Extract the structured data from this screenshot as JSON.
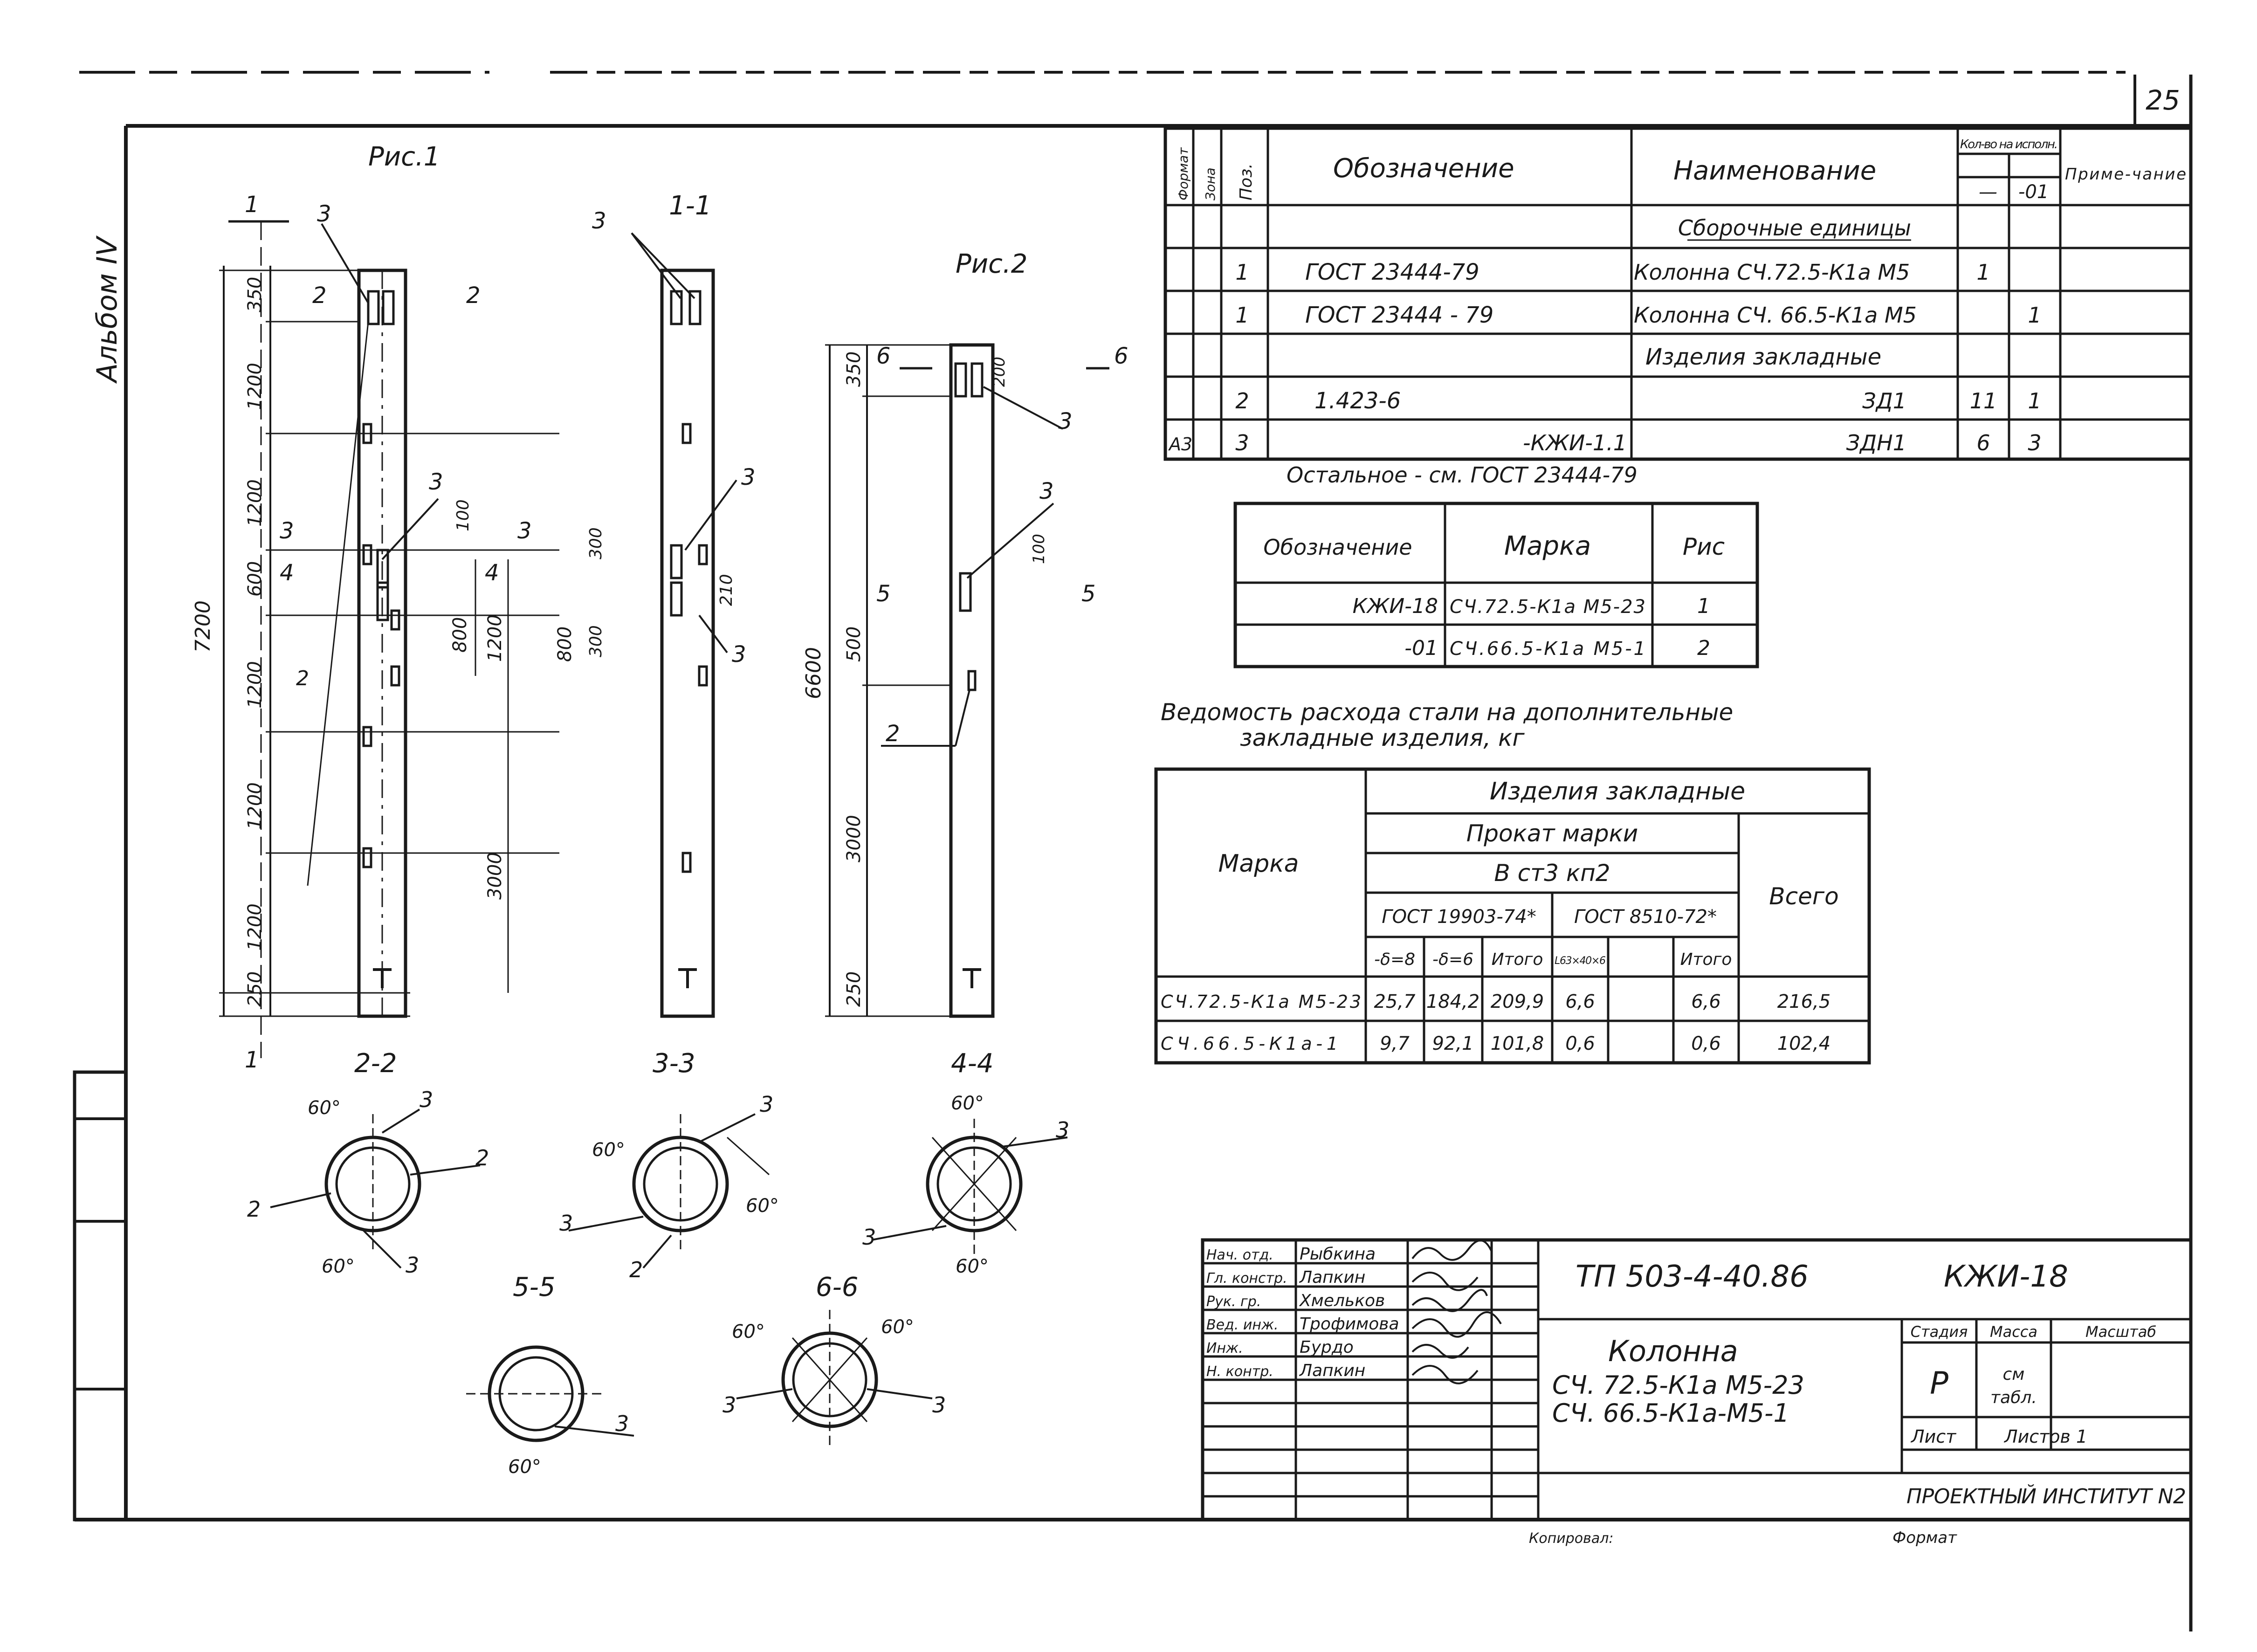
{
  "sheet": {
    "page_number": "25",
    "album": "Альбом IV"
  },
  "figures": {
    "fig1": "Рис.1",
    "fig2": "Рис.2",
    "section_1_1": "1-1",
    "section_2_2": "2-2",
    "section_3_3": "3-3",
    "section_4_4": "4-4",
    "section_5_5": "5-5",
    "section_6_6": "6-6",
    "cut_1": "1",
    "cut_2": "2",
    "cut_3": "3",
    "cut_4": "4",
    "cut_5": "5",
    "cut_6": "6",
    "pos_2": "2",
    "pos_3": "3",
    "dim_total_1": "7200",
    "dim_total_2": "6600",
    "dim_350": "350",
    "dim_1200": "1200",
    "dim_600": "600",
    "dim_250": "250",
    "dim_800": "800",
    "dim_3000": "3000",
    "dim_100": "100",
    "dim_300": "300",
    "dim_500": "500",
    "dim_200": "200",
    "dim_210": "210",
    "angle_60": "60°"
  },
  "spec_table": {
    "headers": {
      "format": "Формат",
      "zone": "Зона",
      "pos": "Поз.",
      "designation": "Обозначение",
      "name": "Наименование",
      "qty": "Кол-во на исполн.",
      "qty_base": "—",
      "qty_01": "-01",
      "note": "Приме-чание"
    },
    "rows": [
      {
        "format": "",
        "pos": "",
        "designation": "",
        "name": "Сборочные единицы",
        "q1": "",
        "q2": ""
      },
      {
        "format": "",
        "pos": "1",
        "designation": "ГОСТ 23444-79",
        "name": "Колонна СЧ.72.5-К1а М5",
        "q1": "1",
        "q2": ""
      },
      {
        "format": "",
        "pos": "1",
        "designation": "ГОСТ 23444 - 79",
        "name": "Колонна СЧ. 66.5-К1а М5",
        "q1": "",
        "q2": "1"
      },
      {
        "format": "",
        "pos": "",
        "designation": "",
        "name": "Изделия закладные",
        "q1": "",
        "q2": ""
      },
      {
        "format": "",
        "pos": "2",
        "designation": "1.423-6",
        "name": "ЗД1",
        "q1": "11",
        "q2": "1"
      },
      {
        "format": "А3",
        "pos": "3",
        "designation": "-КЖИ-1.1",
        "name": "ЗДН1",
        "q1": "6",
        "q2": "3"
      }
    ],
    "note_below": "Остальное - см. ГОСТ 23444-79"
  },
  "marks_table": {
    "headers": [
      "Обозначение",
      "Марка",
      "Рис"
    ],
    "rows": [
      [
        "КЖИ-18",
        "СЧ.72.5-К1а М5-23",
        "1"
      ],
      [
        "-01",
        "СЧ.66.5-К1а М5-1",
        "2"
      ]
    ]
  },
  "steel_table": {
    "title_line1": "Ведомость расхода стали на дополнительные",
    "title_line2": "закладные изделия, кг",
    "h_mark": "Марка",
    "h_items": "Изделия закладные",
    "h_rolled": "Прокат марки",
    "h_steel": "В ст3 кп2",
    "h_gost1": "ГОСТ 19903-74*",
    "h_gost2": "ГОСТ 8510-72*",
    "h_total": "Всего",
    "h_d8": "-δ=8",
    "h_d6": "-δ=6",
    "h_sub1": "Итого",
    "h_angle": "L63×40×6",
    "h_blank": "",
    "h_sub2": "Итого",
    "rows": [
      [
        "СЧ.72.5-К1а М5-23",
        "25,7",
        "184,2",
        "209,9",
        "6,6",
        "",
        "6,6",
        "216,5"
      ],
      [
        "СЧ.66.5-К1а-1",
        "9,7",
        "92,1",
        "101,8",
        "0,6",
        "",
        "0,6",
        "102,4"
      ]
    ]
  },
  "title_block": {
    "doc_number": "ТП 503-4-40.86",
    "code": "КЖИ-18",
    "title_l1": "Колонна",
    "title_l2": "СЧ. 72.5-К1а М5-23",
    "title_l3": "СЧ. 66.5-К1а-М5-1",
    "h_stage": "Стадия",
    "h_mass": "Масса",
    "h_scale": "Масштаб",
    "stage": "Р",
    "mass_l1": "см",
    "mass_l2": "табл.",
    "h_sheet": "Лист",
    "h_sheets": "Листов 1",
    "org": "ПРОЕКТНЫЙ ИНСТИТУТ N2",
    "staff": [
      [
        "Нач. отд.",
        "Рыбкина"
      ],
      [
        "Гл. констр.",
        "Лапкин"
      ],
      [
        "Рук. гр.",
        "Хмельков"
      ],
      [
        "Вед. инж.",
        "Трофимова"
      ],
      [
        "Инж.",
        "Бурдо"
      ],
      [
        "Н. контр.",
        "Лапкин"
      ]
    ],
    "copied": "Копировал:",
    "format": "Формат"
  }
}
